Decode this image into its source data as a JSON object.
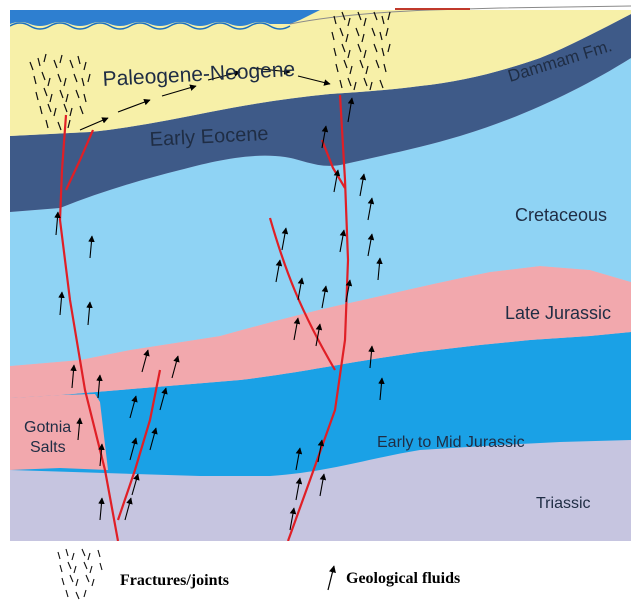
{
  "diagram": {
    "layers": {
      "paleogene_neogene": "Paleogene-Neogene",
      "dammam_fm": "Dammam Fm.",
      "early_eocene": "Early Eocene",
      "cretaceous": "Cretaceous",
      "late_jurassic": "Late Jurassic",
      "gotnia_line1": "Gotnia",
      "gotnia_line2": "Salts",
      "early_mid_jurassic": "Early to Mid Jurassic",
      "triassic": "Triassic"
    },
    "colors": {
      "sea": "#2e7fd0",
      "paleogene_neogene": "#f7f0a8",
      "early_eocene": "#3e5a88",
      "cretaceous": "#8fd3f4",
      "late_jurassic": "#f2a8ad",
      "early_mid_jurassic": "#1aa1e6",
      "triassic": "#c6c5e0",
      "fault": "#e01f26"
    }
  },
  "legend": {
    "fractures_label": "Fractures/joints",
    "fluids_label": "Geological fluids"
  }
}
